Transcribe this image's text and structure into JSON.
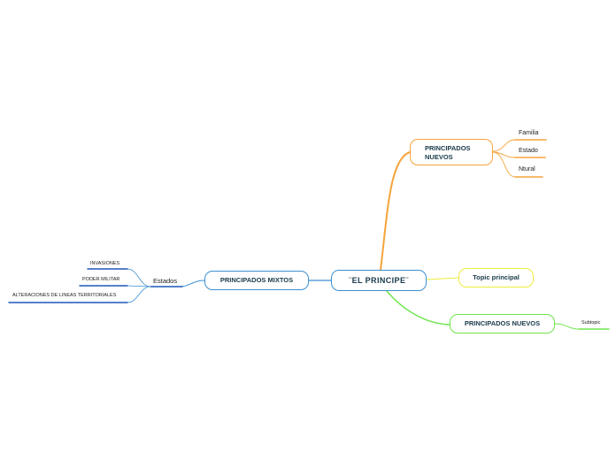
{
  "central": {
    "label": "¨EL PRINCIPE¨"
  },
  "left_branch": {
    "main": "PRINCIPADOS MIXTOS",
    "child": "Estados",
    "grandchildren": [
      "INVASIONES",
      "PODER MILITAR",
      "ALTERACIONES DE LINEAS TERRITORIALES"
    ]
  },
  "top_branch": {
    "main": "PRINCIPADOS NUEVOS",
    "children": [
      "Familia",
      "Estado",
      "Ntural"
    ]
  },
  "middle_branch": {
    "main": "Topic principal"
  },
  "bottom_branch": {
    "main": "PRINCIPADOS NUEVOS",
    "children": [
      "Subtopic"
    ]
  },
  "colors": {
    "blue": "#3d8fd0",
    "dark_blue": "#1f57b8",
    "orange": "#f5a43b",
    "yellow": "#ecec3c",
    "green": "#6ee64e",
    "text": "#183a4a"
  }
}
